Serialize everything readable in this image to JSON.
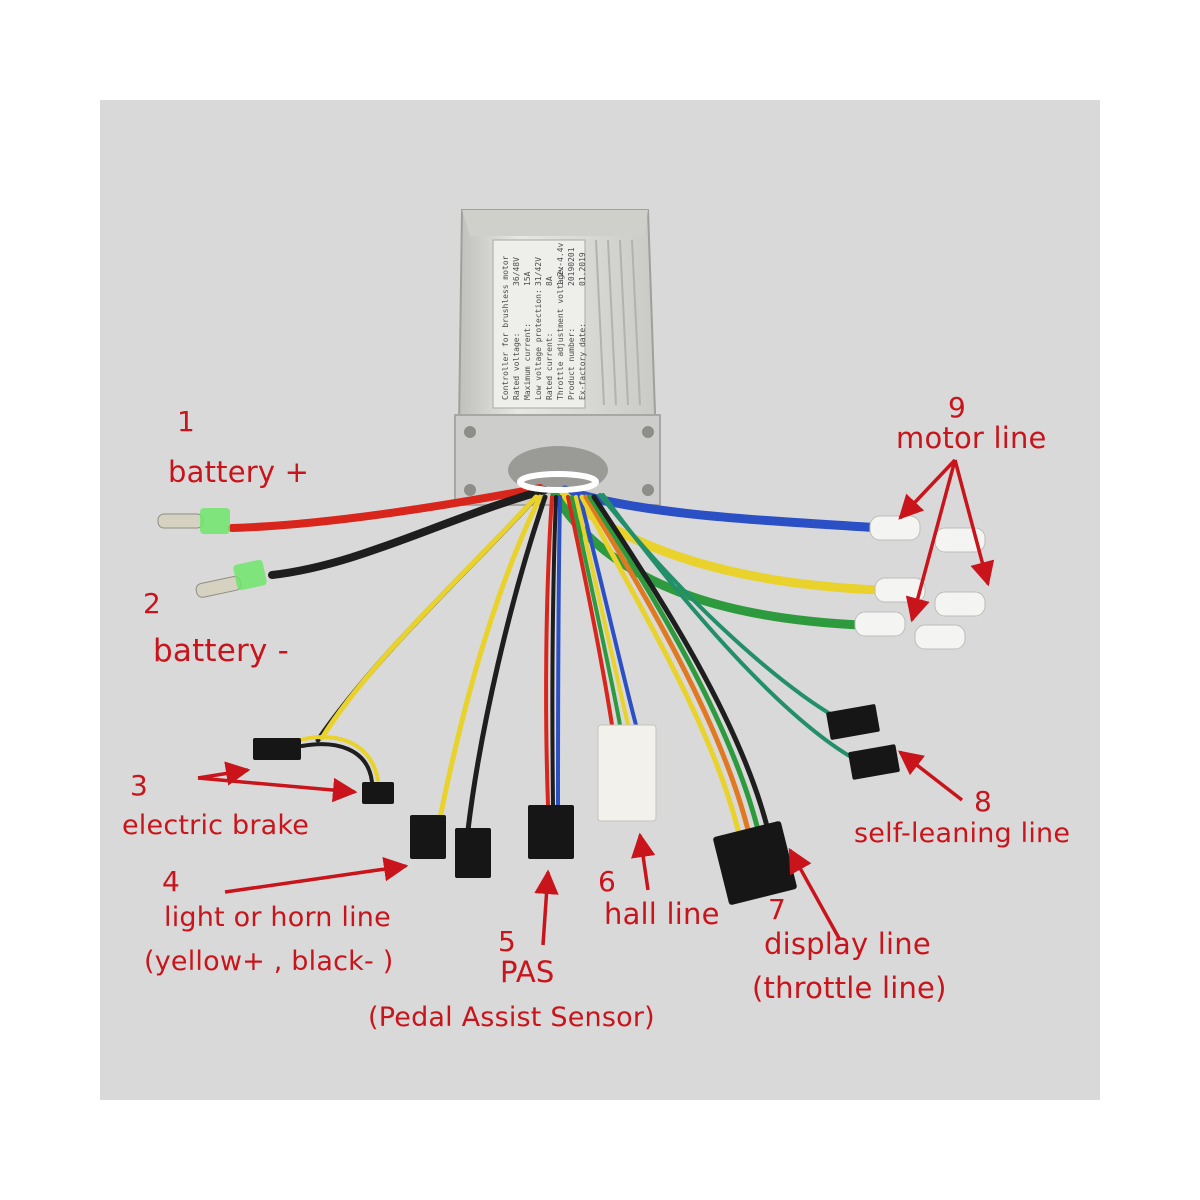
{
  "colors": {
    "label": "#c9141b",
    "background": "#d9d9d9",
    "housing": "#d8d9d5"
  },
  "housing": {
    "spec_lines": [
      "Controller for brushless motor",
      "Rated voltage:",
      "Maximum current:",
      "Low voltage protection:",
      "Rated current:",
      "Throttle adjustment voltage:",
      "Product number:",
      "Ex-factory date:"
    ],
    "spec_values": [
      "36/48V",
      "15A",
      "31/42V",
      "8A",
      "1.2v-4.4v",
      "20190201",
      "01.2019"
    ]
  },
  "labels": [
    {
      "num": "1",
      "text": "battery +"
    },
    {
      "num": "2",
      "text": "battery -"
    },
    {
      "num": "3",
      "text": "electric brake"
    },
    {
      "num": "4",
      "text": "light or horn line",
      "sub": "(yellow+ , black- )"
    },
    {
      "num": "5",
      "text": "PAS",
      "sub": "(Pedal Assist Sensor)"
    },
    {
      "num": "6",
      "text": "hall line"
    },
    {
      "num": "7",
      "text": "display line",
      "sub": "(throttle line)"
    },
    {
      "num": "8",
      "text": "self-leaning line"
    },
    {
      "num": "9",
      "text": "motor line"
    }
  ]
}
